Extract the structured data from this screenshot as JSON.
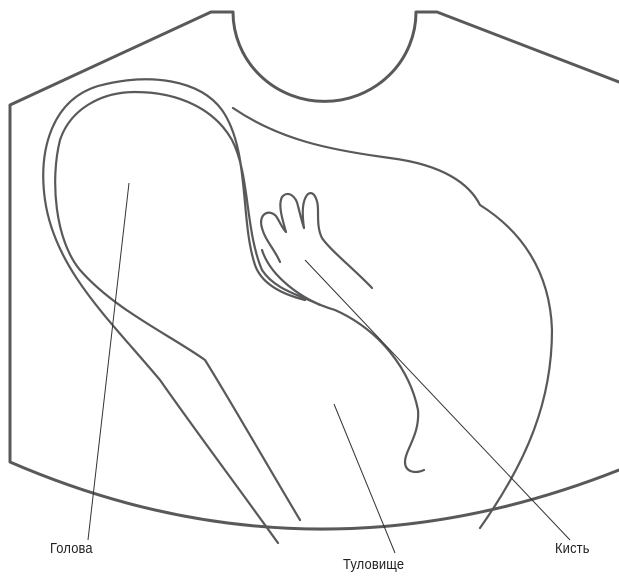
{
  "labels": {
    "head": "Голова",
    "hand": "Кисть",
    "torso": "Туловище"
  },
  "colors": {
    "outline": "#58595b",
    "leader": "#333333",
    "text": "#222222",
    "background": "#ffffff"
  }
}
